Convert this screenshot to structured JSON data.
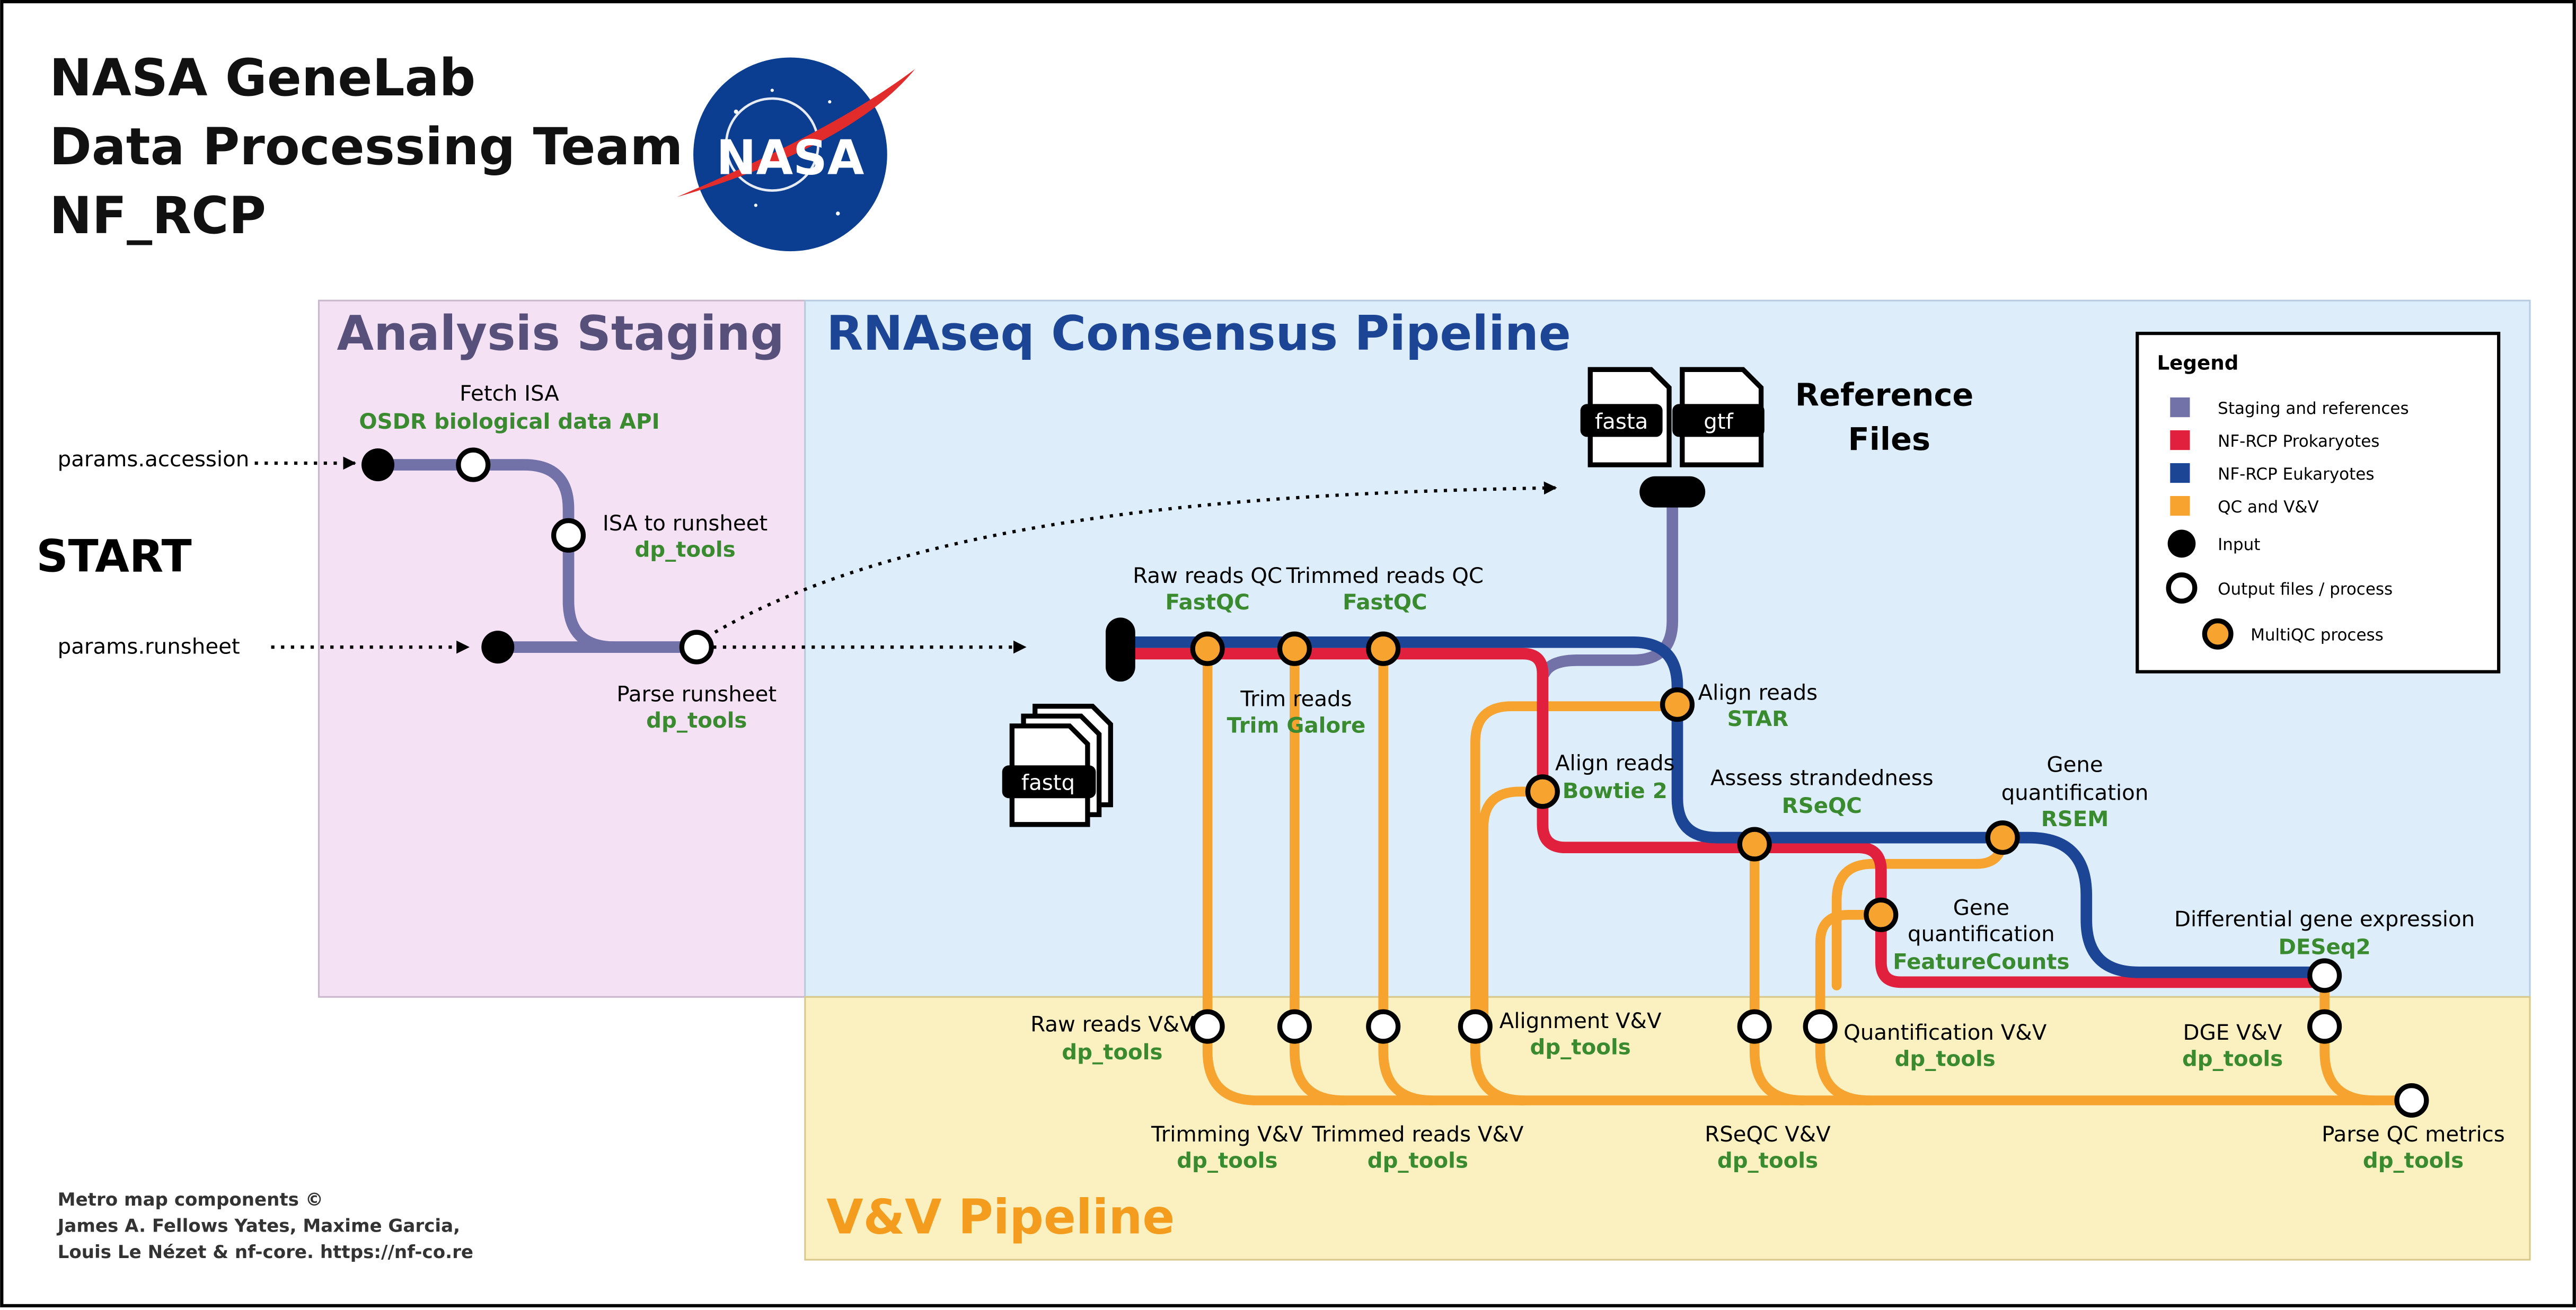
{
  "header": {
    "line1": "NASA GeneLab",
    "line2": "Data Processing Team",
    "line3": "NF_RCP",
    "logo_text": "NASA"
  },
  "start_label": "START",
  "params": {
    "accession": "params.accession",
    "runsheet": "params.runsheet"
  },
  "sections": {
    "staging": "Analysis Staging",
    "rnaseq": "RNAseq Consensus Pipeline",
    "vv": "V&V Pipeline"
  },
  "reference": {
    "title_line1": "Reference",
    "title_line2": "Files",
    "fasta": "fasta",
    "gtf": "gtf",
    "fastq": "fastq"
  },
  "staging_nodes": {
    "fetch_isa": {
      "name": "Fetch ISA",
      "tool": "OSDR biological data API"
    },
    "isa_to_runsheet": {
      "name": "ISA to runsheet",
      "tool": "dp_tools"
    },
    "parse_runsheet": {
      "name": "Parse runsheet",
      "tool": "dp_tools"
    }
  },
  "pipeline_nodes": {
    "raw_reads_qc": {
      "name": "Raw reads QC",
      "tool": "FastQC"
    },
    "trimmed_reads_qc": {
      "name": "Trimmed reads QC",
      "tool": "FastQC"
    },
    "trim_reads": {
      "name": "Trim reads",
      "tool": "Trim Galore"
    },
    "align_reads_star": {
      "name": "Align reads",
      "tool": "STAR"
    },
    "align_reads_bowtie": {
      "name": "Align reads",
      "tool": "Bowtie 2"
    },
    "assess_strandedness": {
      "name": "Assess strandedness",
      "tool": "RSeQC"
    },
    "gene_quant_rsem": {
      "name1": "Gene",
      "name2": "quantification",
      "tool": "RSEM"
    },
    "gene_quant_fc": {
      "name1": "Gene",
      "name2": "quantification",
      "tool": "FeatureCounts"
    },
    "dge": {
      "name": "Differential gene expression",
      "tool": "DESeq2"
    }
  },
  "vv_nodes": {
    "raw_reads_vv": {
      "name": "Raw reads V&V",
      "tool": "dp_tools"
    },
    "trimming_vv": {
      "name": "Trimming V&V",
      "tool": "dp_tools"
    },
    "trimmed_reads_vv": {
      "name": "Trimmed reads V&V",
      "tool": "dp_tools"
    },
    "alignment_vv": {
      "name": "Alignment V&V",
      "tool": "dp_tools"
    },
    "rseqc_vv": {
      "name": "RSeQC V&V",
      "tool": "dp_tools"
    },
    "quantification_vv": {
      "name": "Quantification V&V",
      "tool": "dp_tools"
    },
    "dge_vv": {
      "name": "DGE V&V",
      "tool": "dp_tools"
    },
    "parse_qc": {
      "name": "Parse QC metrics",
      "tool": "dp_tools"
    }
  },
  "legend": {
    "title": "Legend",
    "items": [
      {
        "label": "Staging and references",
        "color": "#7272a8"
      },
      {
        "label": "NF-RCP Prokaryotes",
        "color": "#e0203c"
      },
      {
        "label": "NF-RCP Eukaryotes",
        "color": "#1c4596"
      },
      {
        "label": "QC and V&V",
        "color": "#f7a330"
      },
      {
        "label": "Input",
        "marker": "input"
      },
      {
        "label": "Output files / process",
        "marker": "output"
      },
      {
        "label": "MultiQC process",
        "marker": "multiqc"
      }
    ]
  },
  "credits": {
    "line1": "Metro map components ©",
    "line2": "James A. Fellows Yates, Maxime Garcia,",
    "line3": "Louis Le Nézet & nf-core. https://nf-co.re"
  },
  "colors": {
    "staging": "#7272a8",
    "prokaryotes": "#e0203c",
    "eukaryotes": "#1c4596",
    "qc": "#f7a330",
    "tool_text": "#3a8a30",
    "staging_bg": "#f4e1f4",
    "rnaseq_bg": "#ddeefa",
    "vv_bg": "#fbf0bf",
    "staging_title": "#56507a",
    "rnaseq_title": "#1c4596",
    "vv_title": "#f39c1e"
  }
}
